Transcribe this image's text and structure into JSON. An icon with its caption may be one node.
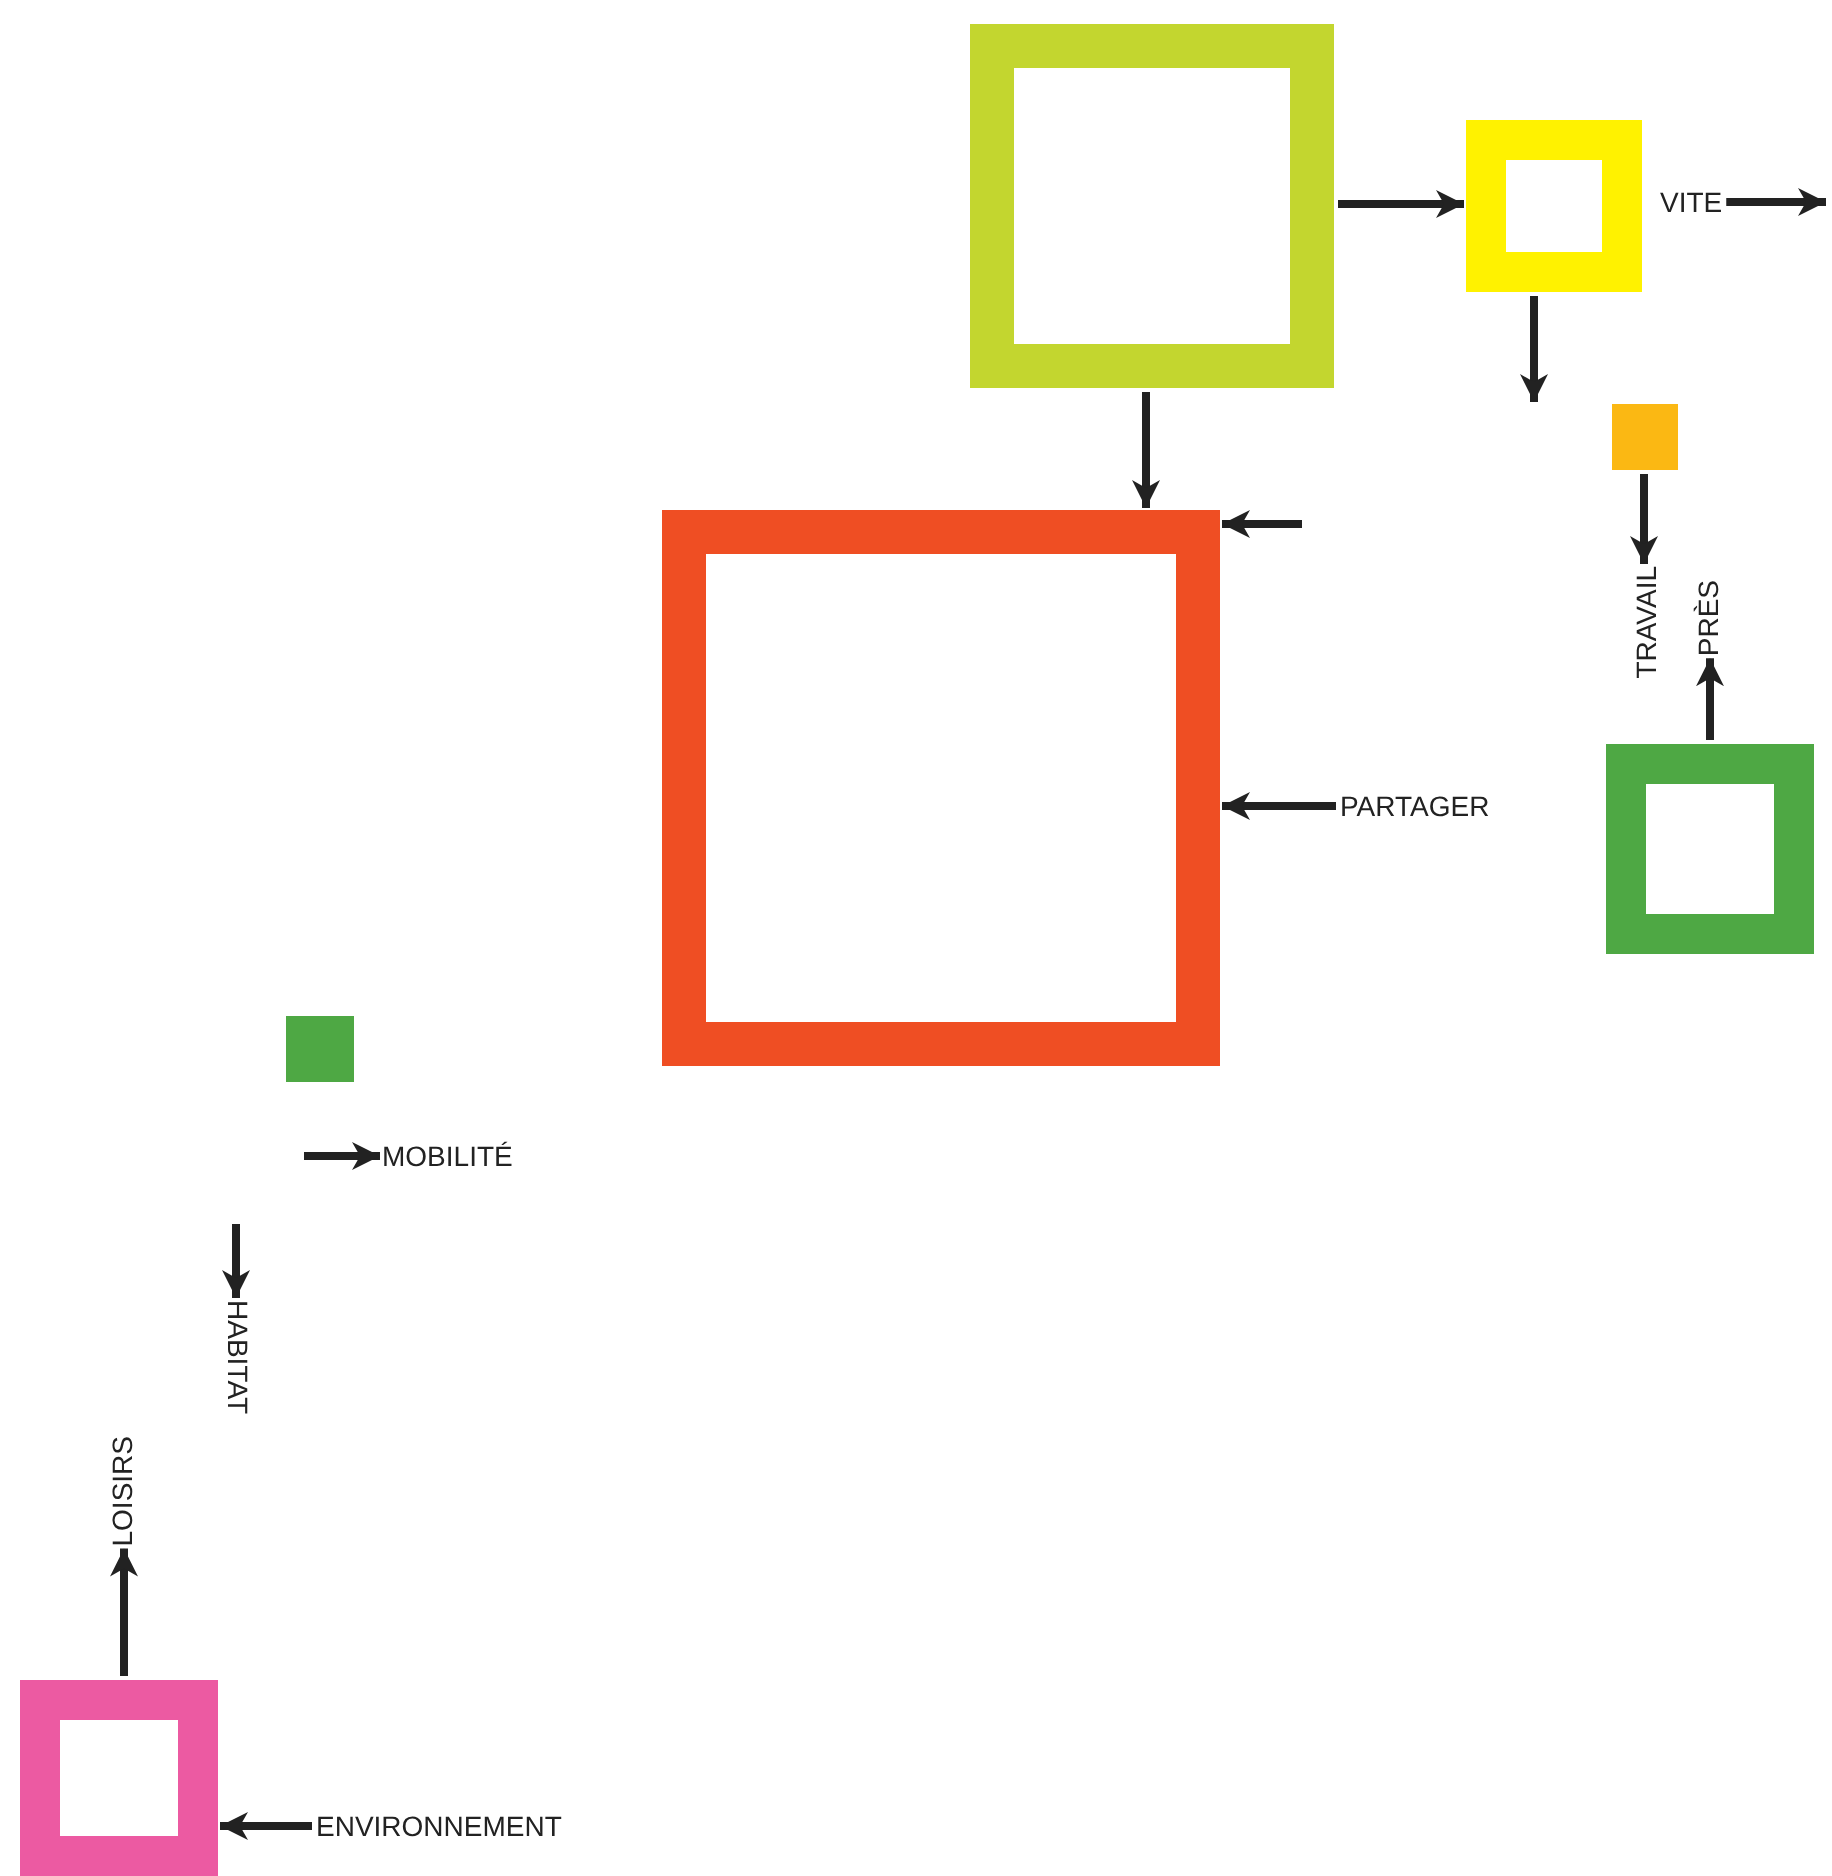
{
  "diagram": {
    "nodes": [
      {
        "text": [],
        "shape": "box"
      },
      {
        "text": [],
        "shape": "box"
      },
      {
        "text": [],
        "shape": "box"
      },
      {
        "text": [],
        "shape": "box"
      },
      {
        "text": [],
        "shape": "box"
      },
      {
        "text": [],
        "shape": "box"
      },
      {
        "text": [],
        "shape": "box"
      },
      {
        "text": [
          "VITE"
        ]
      },
      {
        "text": [
          "TRAVAIL"
        ]
      },
      {
        "text": [
          "PRÈS"
        ]
      },
      {
        "text": [
          "PARTAGER"
        ]
      },
      {
        "text": [
          "MOBILITÉ"
        ]
      },
      {
        "text": [
          "HABITAT"
        ]
      },
      {
        "text": [
          "LOISIRS"
        ]
      },
      {
        "text": [
          "ENVIRONNEMENT"
        ]
      }
    ],
    "edges": [
      {
        "from": 0,
        "to": 1,
        "arrow": "to"
      },
      {
        "from": 0,
        "to": 2,
        "arrow": "to"
      },
      {
        "from": 1,
        "to": 3,
        "arrow": "to"
      },
      {
        "from": 7,
        "to": null,
        "arrow": "to"
      },
      {
        "from": null,
        "to": 2,
        "arrow": "to"
      },
      {
        "from": 3,
        "to": 8,
        "arrow": "to"
      },
      {
        "from": 4,
        "to": 9,
        "arrow": "to"
      },
      {
        "from": 10,
        "to": 2,
        "arrow": "to"
      },
      {
        "from": null,
        "to": 11,
        "arrow": "to"
      },
      {
        "from": null,
        "to": 12,
        "arrow": "to"
      },
      {
        "from": 6,
        "to": 13,
        "arrow": "to"
      },
      {
        "from": 14,
        "to": 6,
        "arrow": "to"
      }
    ]
  }
}
